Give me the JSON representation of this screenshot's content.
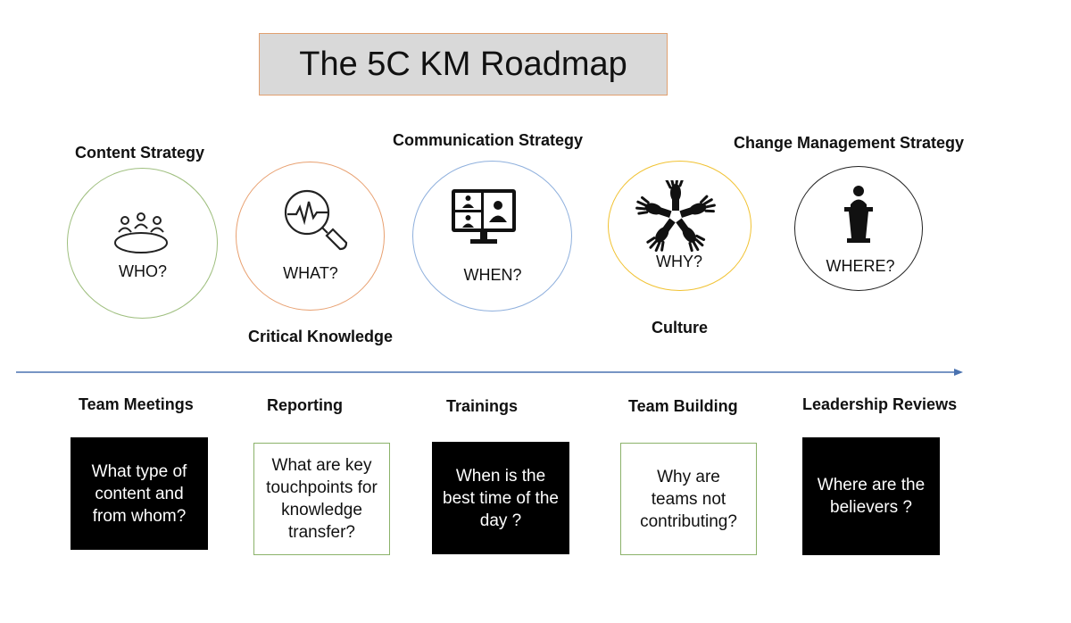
{
  "title": "The 5C KM Roadmap",
  "categories": {
    "content": "Content Strategy",
    "communication": "Communication Strategy",
    "change": "Change Management Strategy"
  },
  "sublabels": {
    "critical": "Critical Knowledge",
    "culture": "Culture"
  },
  "questions": {
    "who": "WHO?",
    "what": "WHAT?",
    "when": "WHEN?",
    "why": "WHY?",
    "where": "WHERE?"
  },
  "activities": {
    "team_meetings": "Team Meetings",
    "reporting": "Reporting",
    "trainings": "Trainings",
    "team_building": "Team Building",
    "leadership_reviews": "Leadership Reviews"
  },
  "cards": {
    "content": "What type of content and from whom?",
    "touchpoints": "What are key touchpoints for knowledge transfer?",
    "time": "When is the best time of the day ?",
    "teams": "Why are teams not contributing?",
    "believers": "Where are the believers ?"
  },
  "colors": {
    "who_circle": "#9fbf7f",
    "what_circle": "#e8a070",
    "when_circle": "#8fb0dd",
    "why_circle": "#f1c232",
    "where_circle": "#222222",
    "timeline": "#4a72b0",
    "title_bg": "#d9d9d9",
    "title_border": "#e0a070"
  },
  "icons": [
    "meeting-table-icon",
    "magnifier-pulse-icon",
    "video-conference-icon",
    "hands-circle-icon",
    "podium-speaker-icon"
  ]
}
